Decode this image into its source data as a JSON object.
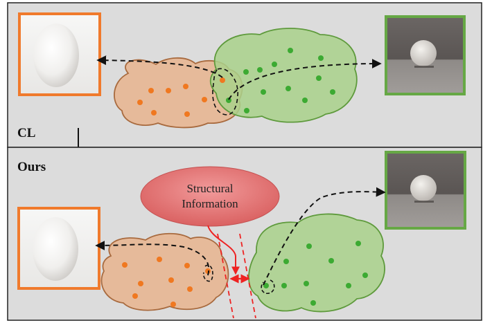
{
  "panels": {
    "top": {
      "label": "CL"
    },
    "bottom": {
      "label": "Ours"
    }
  },
  "callout": {
    "line1": "Structural",
    "line2": "Information"
  },
  "colors": {
    "background": "#dcdcdc",
    "orange_fill": "#e8b48e",
    "orange_stroke": "#a86a3e",
    "orange_point": "#f07820",
    "orange_frame": "#f07a2c",
    "green_fill": "#a9d18b",
    "green_stroke": "#5e9a3c",
    "green_point": "#3caa32",
    "green_frame": "#66a845",
    "callout_fill": "#e07878",
    "margin_line": "#ee2222"
  },
  "images": {
    "left": "white-egg-clean-photo",
    "right": "egg-dark-stylized-photo"
  }
}
